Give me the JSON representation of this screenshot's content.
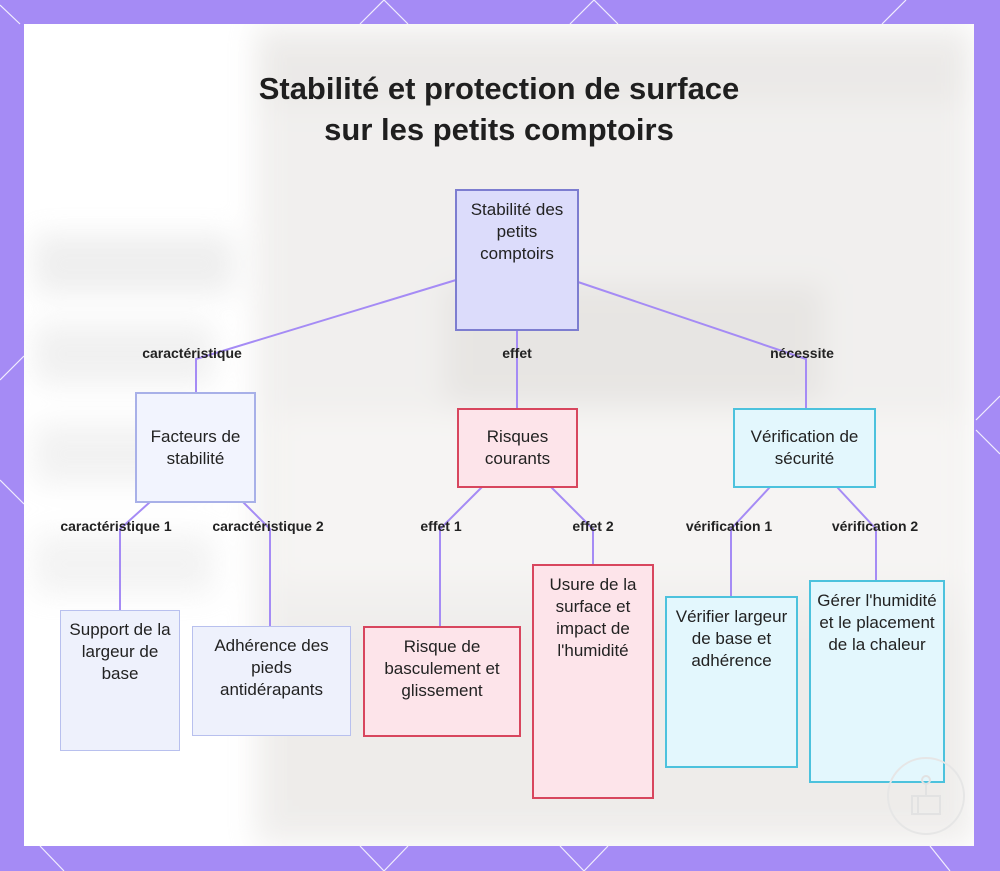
{
  "title": {
    "line1": "Stabilité et protection de surface",
    "line2": "sur les petits comptoirs"
  },
  "nodes": {
    "root": "Stabilité des petits comptoirs",
    "factors": "Facteurs de stabilité",
    "risks": "Risques courants",
    "check": "Vérification de sécurité",
    "support": "Support de la largeur de base",
    "grip": "Adhérence des pieds antidérapants",
    "tip": "Risque de basculement et glissement",
    "wear": "Usure de la surface et impact de l'humidité",
    "verify": "Vérifier largeur de base et adhérence",
    "manage": "Gérer l'humidité et le placement de la chaleur"
  },
  "edges": {
    "root_factors": "caractéristique",
    "root_risks": "effet",
    "root_check": "nécessite",
    "factors_support": "caractéristique 1",
    "factors_grip": "caractéristique 2",
    "risks_tip": "effet 1",
    "risks_wear": "effet 2",
    "check_verify": "vérification 1",
    "check_manage": "vérification 2"
  },
  "colors": {
    "frame": "#a58bf5",
    "edge": "#a58bf5",
    "root": "#dcdcfb",
    "factors": "#f2f4fe",
    "risk": "#fde4ea",
    "check": "#e3f7fd"
  }
}
